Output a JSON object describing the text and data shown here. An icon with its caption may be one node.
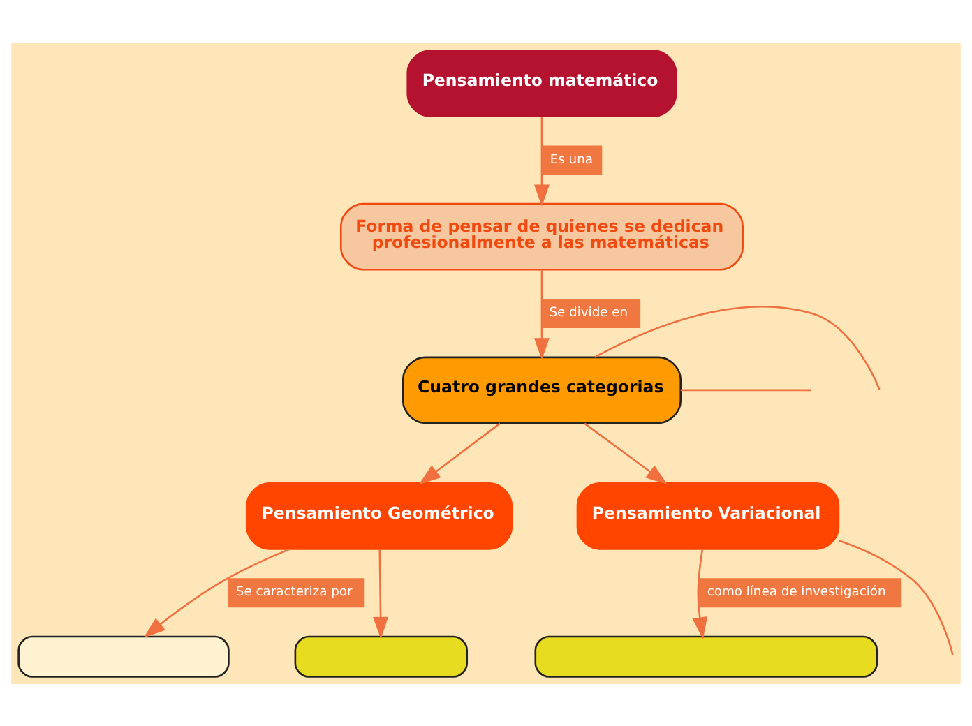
{
  "diagram": {
    "nodes": [
      {
        "text": [
          "Pensamiento matemático"
        ]
      },
      {
        "text": [
          "Forma de pensar de quienes se dedican profesionalmente a las matemáticas"
        ]
      },
      {
        "text": [
          "Cuatro grandes categorias"
        ]
      },
      {
        "text": [
          "Pensamiento Geométrico"
        ]
      },
      {
        "text": [
          "Pensamiento Variacional"
        ]
      },
      {
        "text": [],
        "shape": "box"
      },
      {
        "text": [],
        "shape": "box"
      },
      {
        "text": [],
        "shape": "box"
      }
    ],
    "edges": [
      {
        "from": 0,
        "to": 1,
        "arrow": "to",
        "label": "Es una"
      },
      {
        "from": 1,
        "to": 2,
        "arrow": "to",
        "label": "Se divide en"
      },
      {
        "from": 2,
        "to": null,
        "arrow": "none"
      },
      {
        "from": 2,
        "to": 3,
        "arrow": "to"
      },
      {
        "from": 2,
        "to": 4,
        "arrow": "to"
      },
      {
        "from": 2,
        "to": null,
        "arrow": "none"
      },
      {
        "from": 3,
        "to": 5,
        "arrow": "to",
        "label": "Se caracteriza por"
      },
      {
        "from": 3,
        "to": 6,
        "arrow": "to"
      },
      {
        "from": 4,
        "to": 7,
        "arrow": "to",
        "label": "como línea de investigación"
      },
      {
        "from": 4,
        "to": null,
        "arrow": "none"
      }
    ]
  }
}
